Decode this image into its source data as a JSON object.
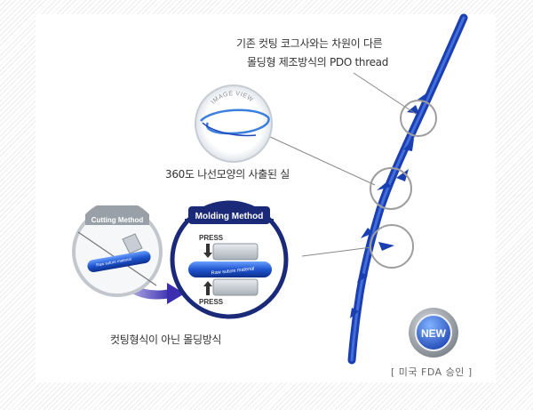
{
  "captions": {
    "top_line1": "기존 컷팅 코그사와는 차원이 다른",
    "top_line2": "몰딩형 제조방식의 PDO thread",
    "spiral": "360도 나선모양의 사출된 실",
    "molding_way": "컷팅형식이 아닌 몰딩방식"
  },
  "image_view_label": "IMAGE VIEW",
  "cutting": {
    "title": "Cutting Method",
    "material": "Raw suture material"
  },
  "molding": {
    "title": "Molding Method",
    "press_top": "PRESS",
    "press_bottom": "PRESS",
    "material": "Raw suture material"
  },
  "badge": "NEW",
  "fda": "[ 미국 FDA 승인 ]",
  "colors": {
    "thread_blue": "#1f47b8",
    "navy": "#1a2a78",
    "badge_gray": "#8a8f96",
    "ring_gray": "#9e9e9e"
  }
}
